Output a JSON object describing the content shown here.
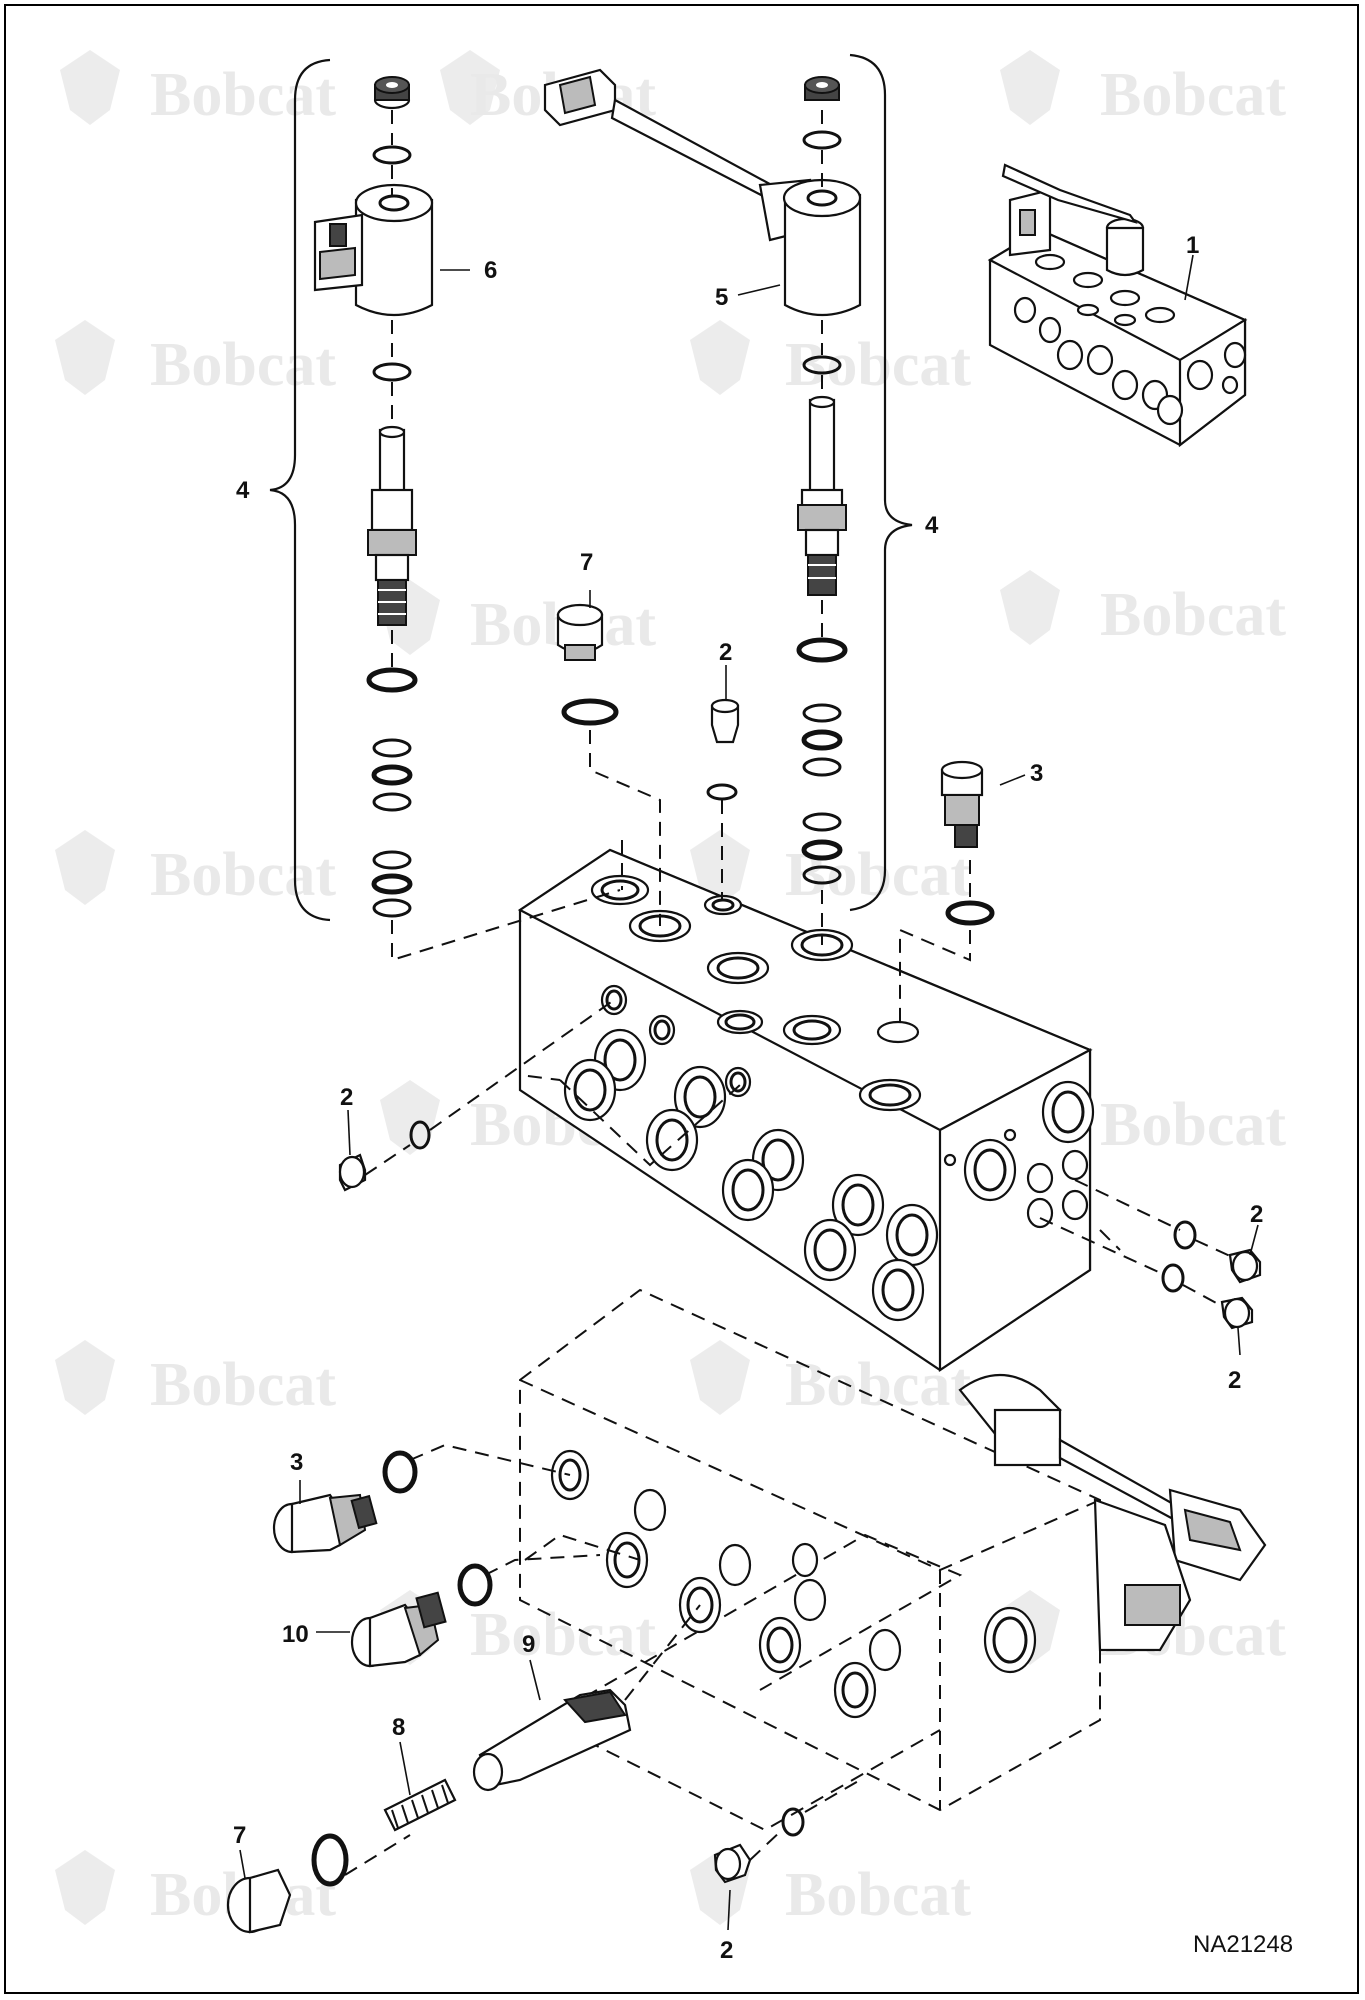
{
  "watermark": {
    "text": "Bobcat"
  },
  "diagram_ref": "NA21248",
  "callouts": {
    "c1": "1",
    "c2a": "2",
    "c2b": "2",
    "c2c": "2",
    "c2d": "2",
    "c2e": "2",
    "c3a": "3",
    "c3b": "3",
    "c4a": "4",
    "c4b": "4",
    "c5": "5",
    "c6": "6",
    "c7a": "7",
    "c7b": "7",
    "c8": "8",
    "c9": "9",
    "c10": "10"
  },
  "colors": {
    "line": "#111111",
    "watermark": "#e9e9e9",
    "background": "#ffffff"
  }
}
